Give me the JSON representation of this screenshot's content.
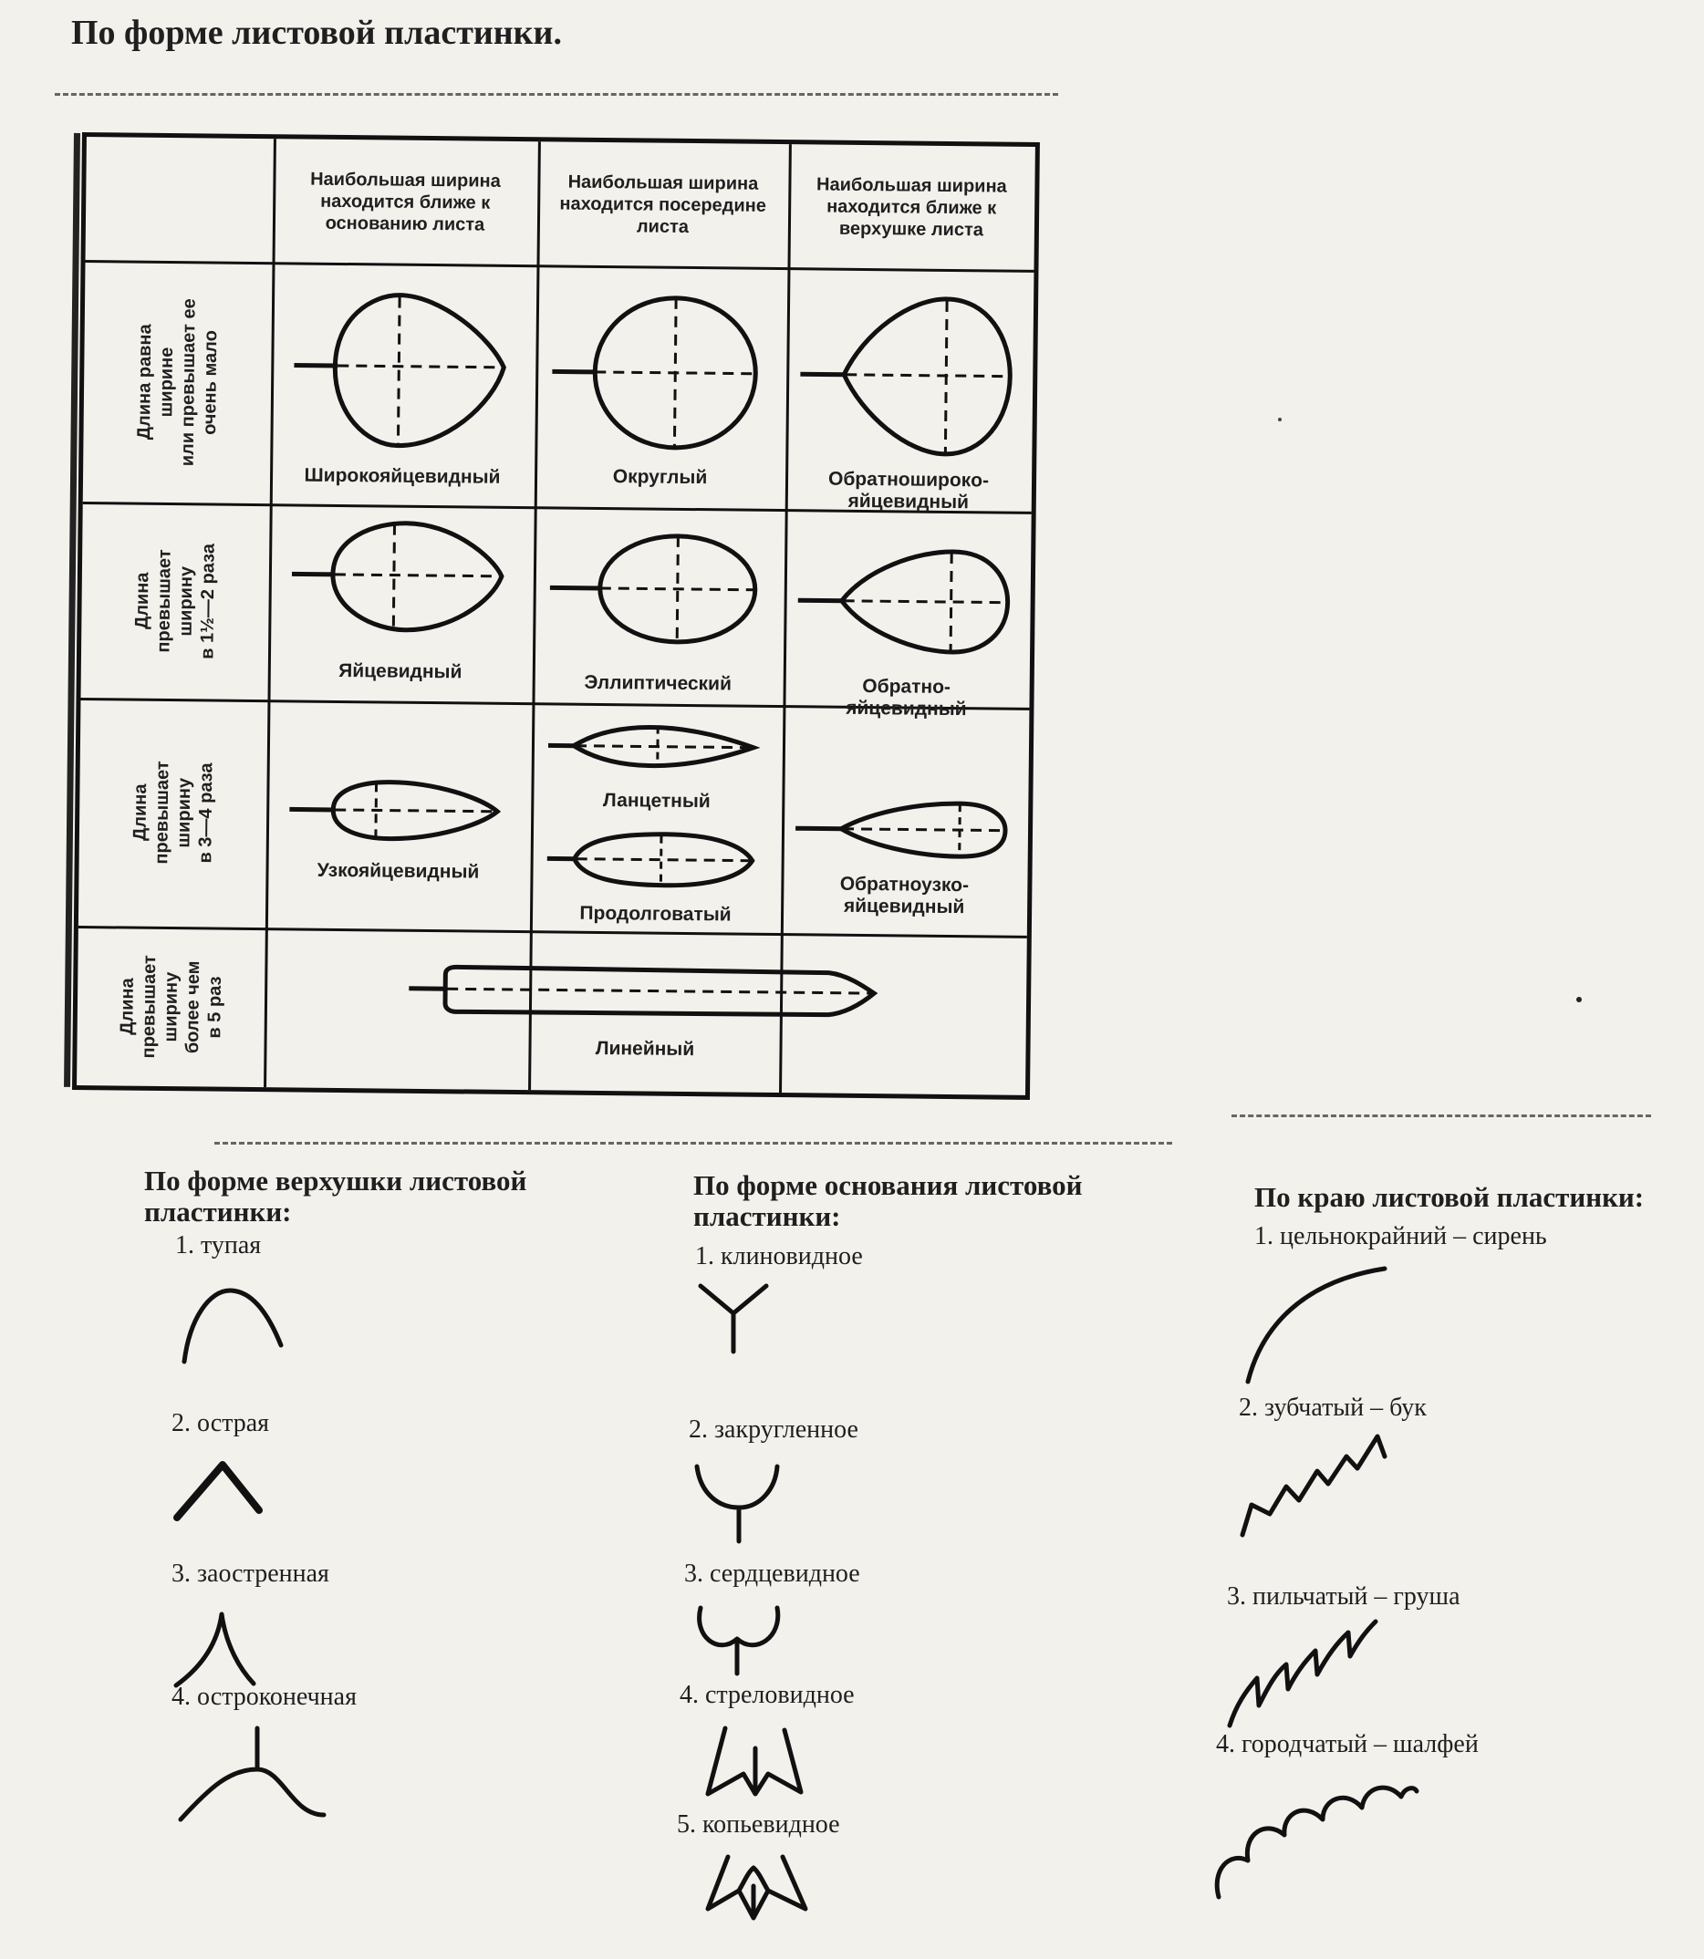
{
  "title": "По форме листовой пластинки.",
  "table": {
    "columns": [
      "Наибольшая ширина находится ближе к основанию листа",
      "Наибольшая ширина находится посередине листа",
      "Наибольшая ширина находится ближе к верхушке листа"
    ],
    "rows": [
      "Длина равна ширине\nили превышает ее\nочень мало",
      "Длина\nпревышает\nширину\nв 1½—2 раза",
      "Длина\nпревышает\nширину\nв 3—4 раза",
      "Длина\nпревышает\nширину\nболее чем\nв 5 раз"
    ],
    "shapes": {
      "r1c1": "Широкояйцевидный",
      "r1c2": "Округлый",
      "r1c3": "Обратноширокo-\nяйцевидный",
      "r2c1": "Яйцевидный",
      "r2c2": "Эллиптический",
      "r2c3": "Обратно-\nяйцевидный",
      "r3c1": "Узкояйцевидный",
      "r3c2a": "Ланцетный",
      "r3c2b": "Продолговатый",
      "r3c3": "Обратноузко-\nяйцевидный",
      "r4": "Линейный"
    }
  },
  "apex": {
    "title": "По форме верхушки листовой пластинки:",
    "items": [
      "1. тупая",
      "2. острая",
      "3. заостренная",
      "4. остроконечная"
    ]
  },
  "base": {
    "title": "По форме основания листовой пластинки:",
    "items": [
      "1.  клиновидное",
      "2. закругленное",
      "3. сердцевидное",
      "4. стреловидное",
      "5. копьевидное"
    ]
  },
  "margin": {
    "title": "По краю листовой пластинки:",
    "items": [
      "1.  цельнокрайний – сирень",
      "2.  зубчатый – бук",
      "3.  пильчатый – груша",
      "4.  городчатый – шалфей"
    ]
  }
}
